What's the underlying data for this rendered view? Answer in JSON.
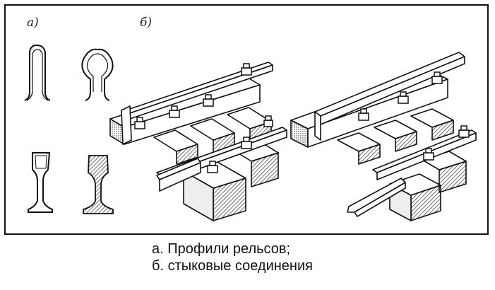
{
  "panel_labels": {
    "a": "а)",
    "b": "б)"
  },
  "caption": {
    "line1": "а. Профили рельсов;",
    "line2": "б. стыковые соединения"
  }
}
